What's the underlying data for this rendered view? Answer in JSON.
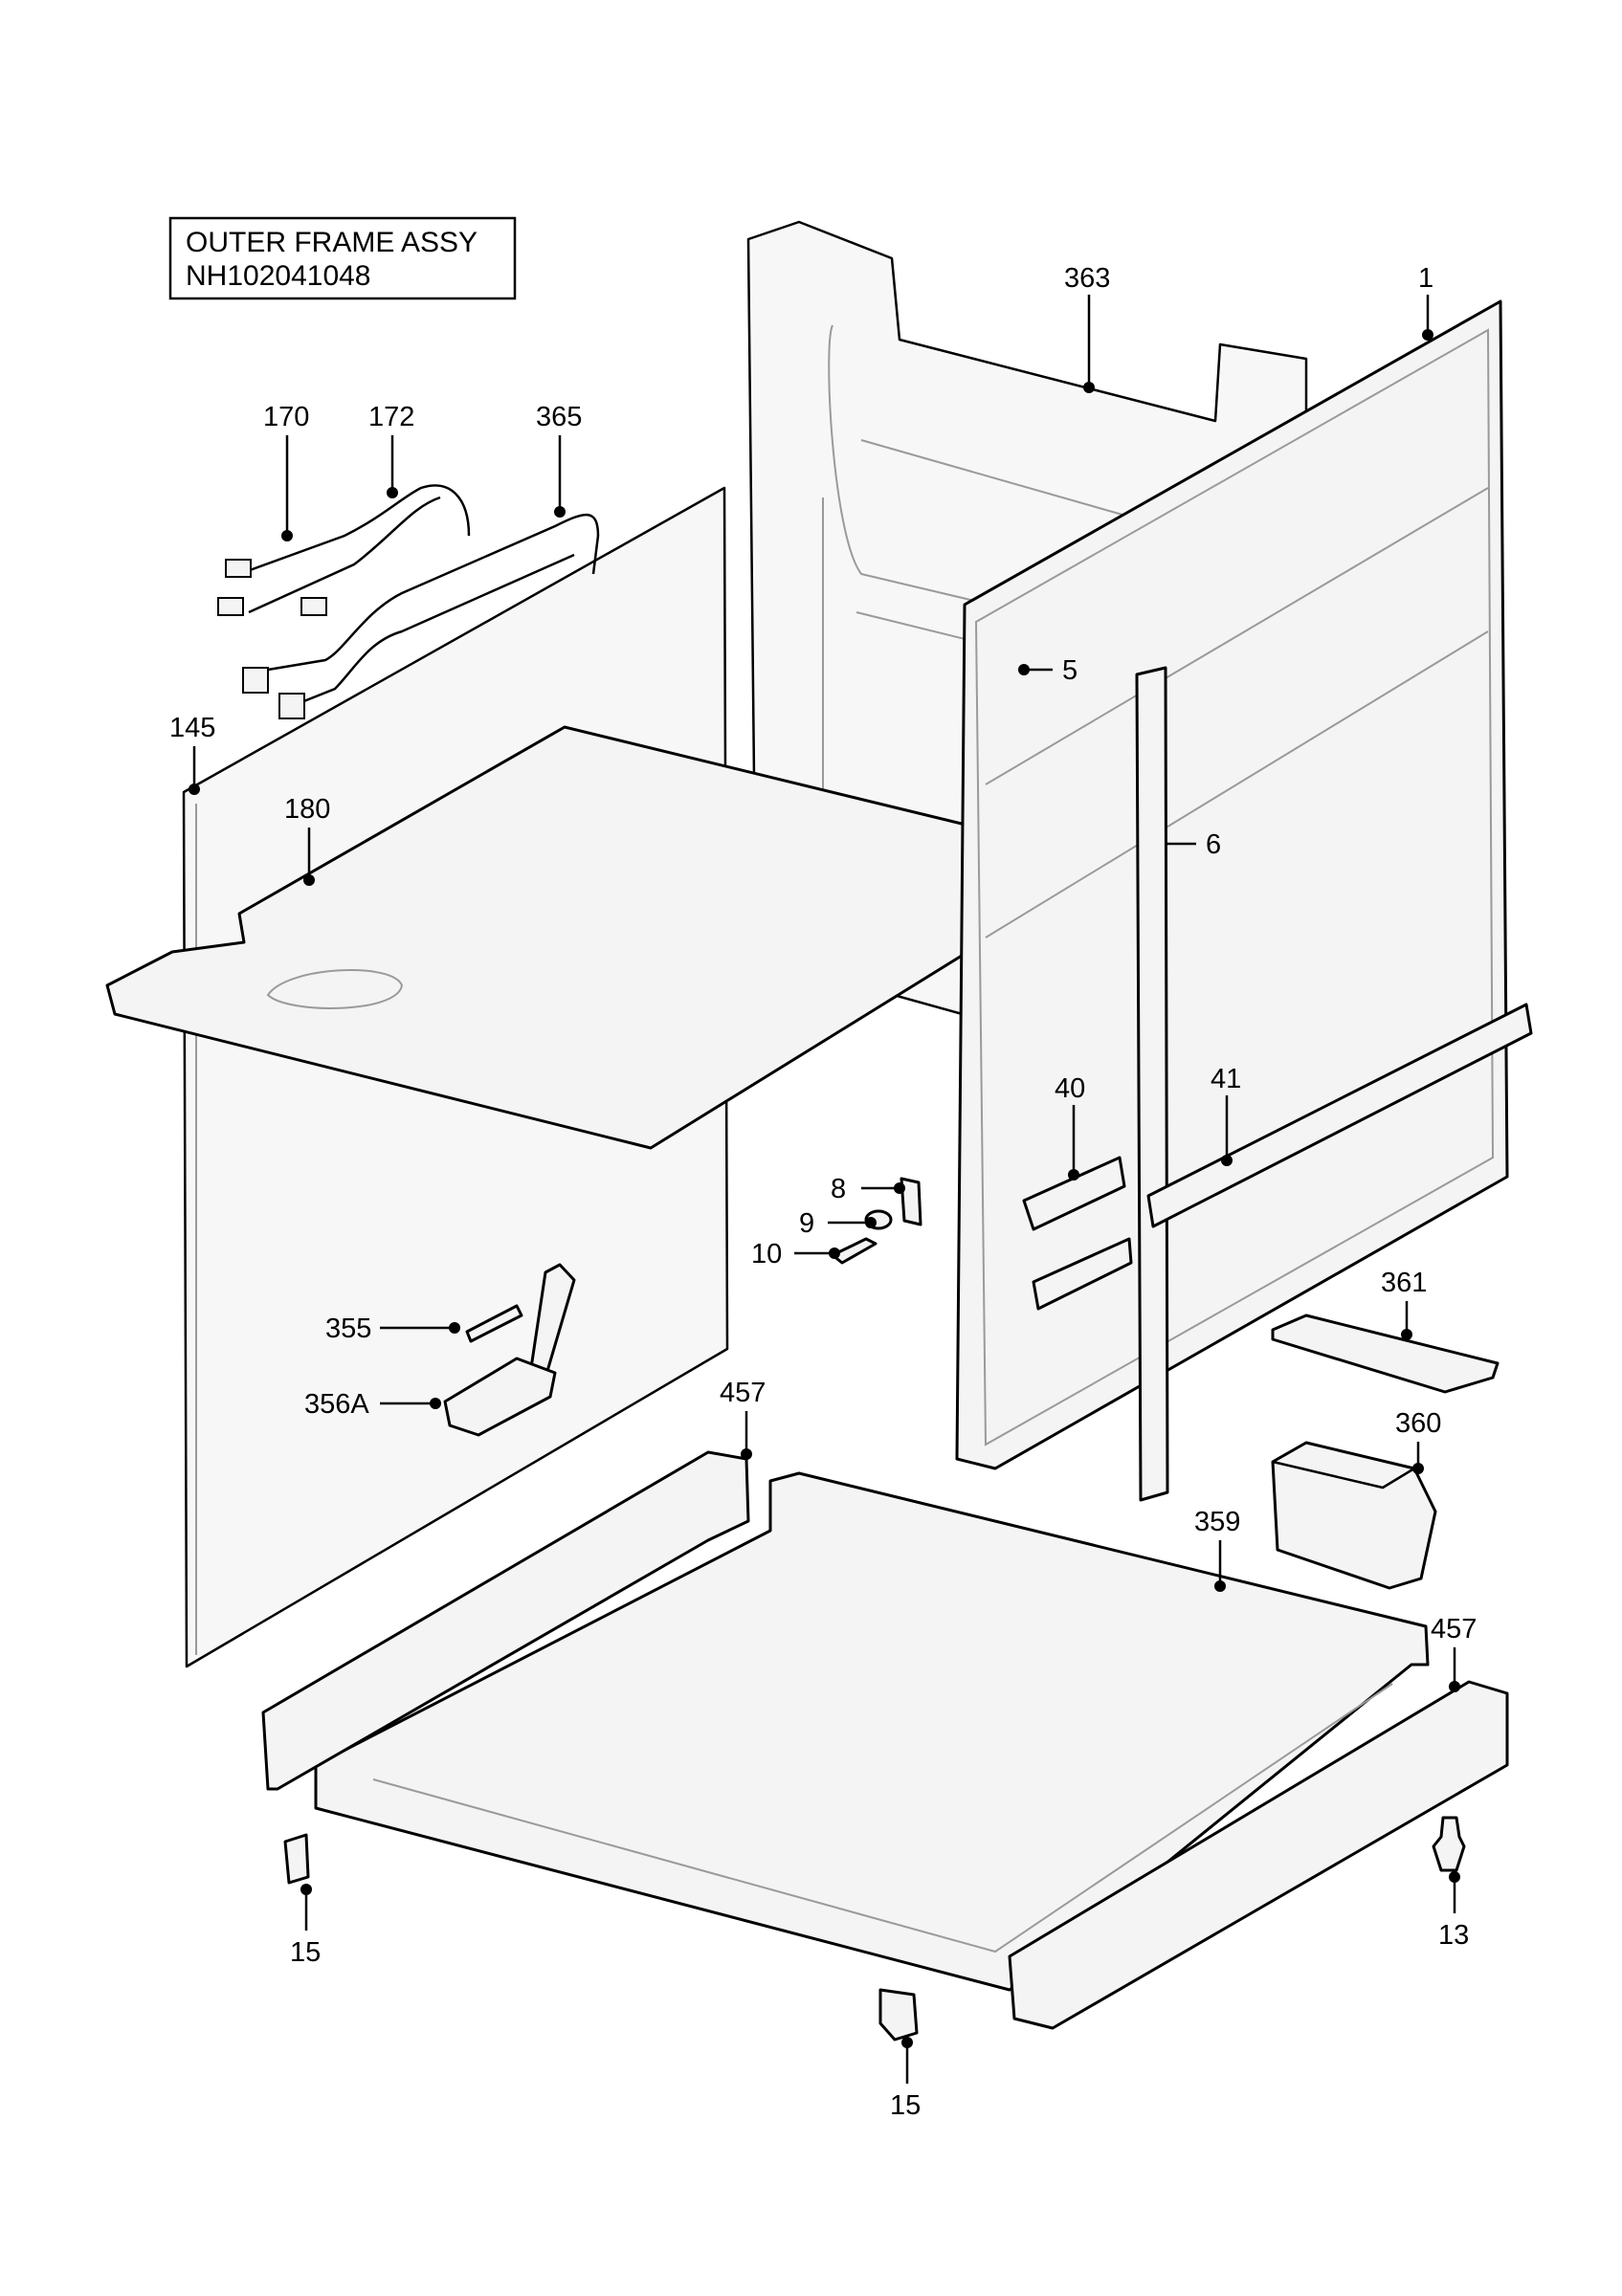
{
  "title_block": {
    "line1": "OUTER FRAME ASSY",
    "line2": "NH102041048"
  },
  "callouts": {
    "c1": "1",
    "c5": "5",
    "c6": "6",
    "c8": "8",
    "c9": "9",
    "c10": "10",
    "c13": "13",
    "c15a": "15",
    "c15b": "15",
    "c40": "40",
    "c41": "41",
    "c145": "145",
    "c170": "170",
    "c172": "172",
    "c180": "180",
    "c355": "355",
    "c356A": "356A",
    "c359": "359",
    "c360": "360",
    "c361": "361",
    "c363": "363",
    "c365": "365",
    "c457a": "457",
    "c457b": "457"
  }
}
